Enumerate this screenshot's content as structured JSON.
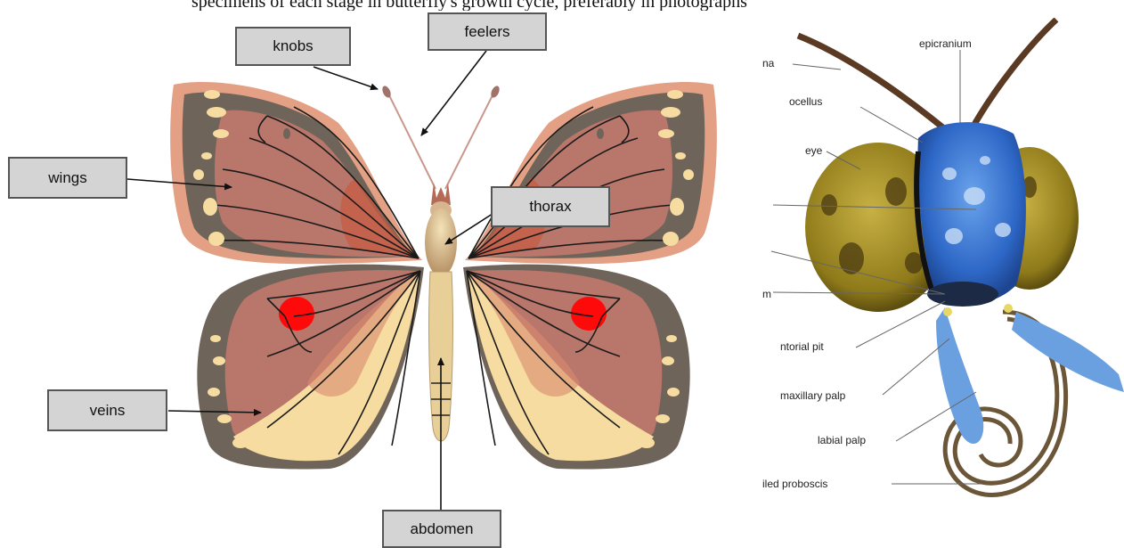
{
  "caption": "specimens of each stage in butterfly's growth cycle, preferably in photographs",
  "labels": {
    "knobs": "knobs",
    "feelers": "feelers",
    "wings": "wings",
    "thorax": "thorax",
    "veins": "veins",
    "abdomen": "abdomen"
  },
  "head_labels": {
    "antenna_partial": "na",
    "epicranium": "epicranium",
    "ocellus": "ocellus",
    "eye": "eye",
    "frons_partial": "",
    "clypeus_partial": "",
    "labrum_partial": "m",
    "tentorial_pit": "ntorial pit",
    "maxillary_palp": "maxillary palp",
    "labial_palp": "labial palp",
    "proboscis": "iled proboscis"
  },
  "colors": {
    "wing_outer": "#e3a085",
    "wing_dark": "#6f6459",
    "wing_mid": "#b9766b",
    "wing_pale": "#f6dca0",
    "wing_red": "#ff0a0a",
    "body": "#cfae82",
    "eye": "#a9921f",
    "head_fur": "#2e68c7",
    "label_bg": "#d4d4d4"
  }
}
